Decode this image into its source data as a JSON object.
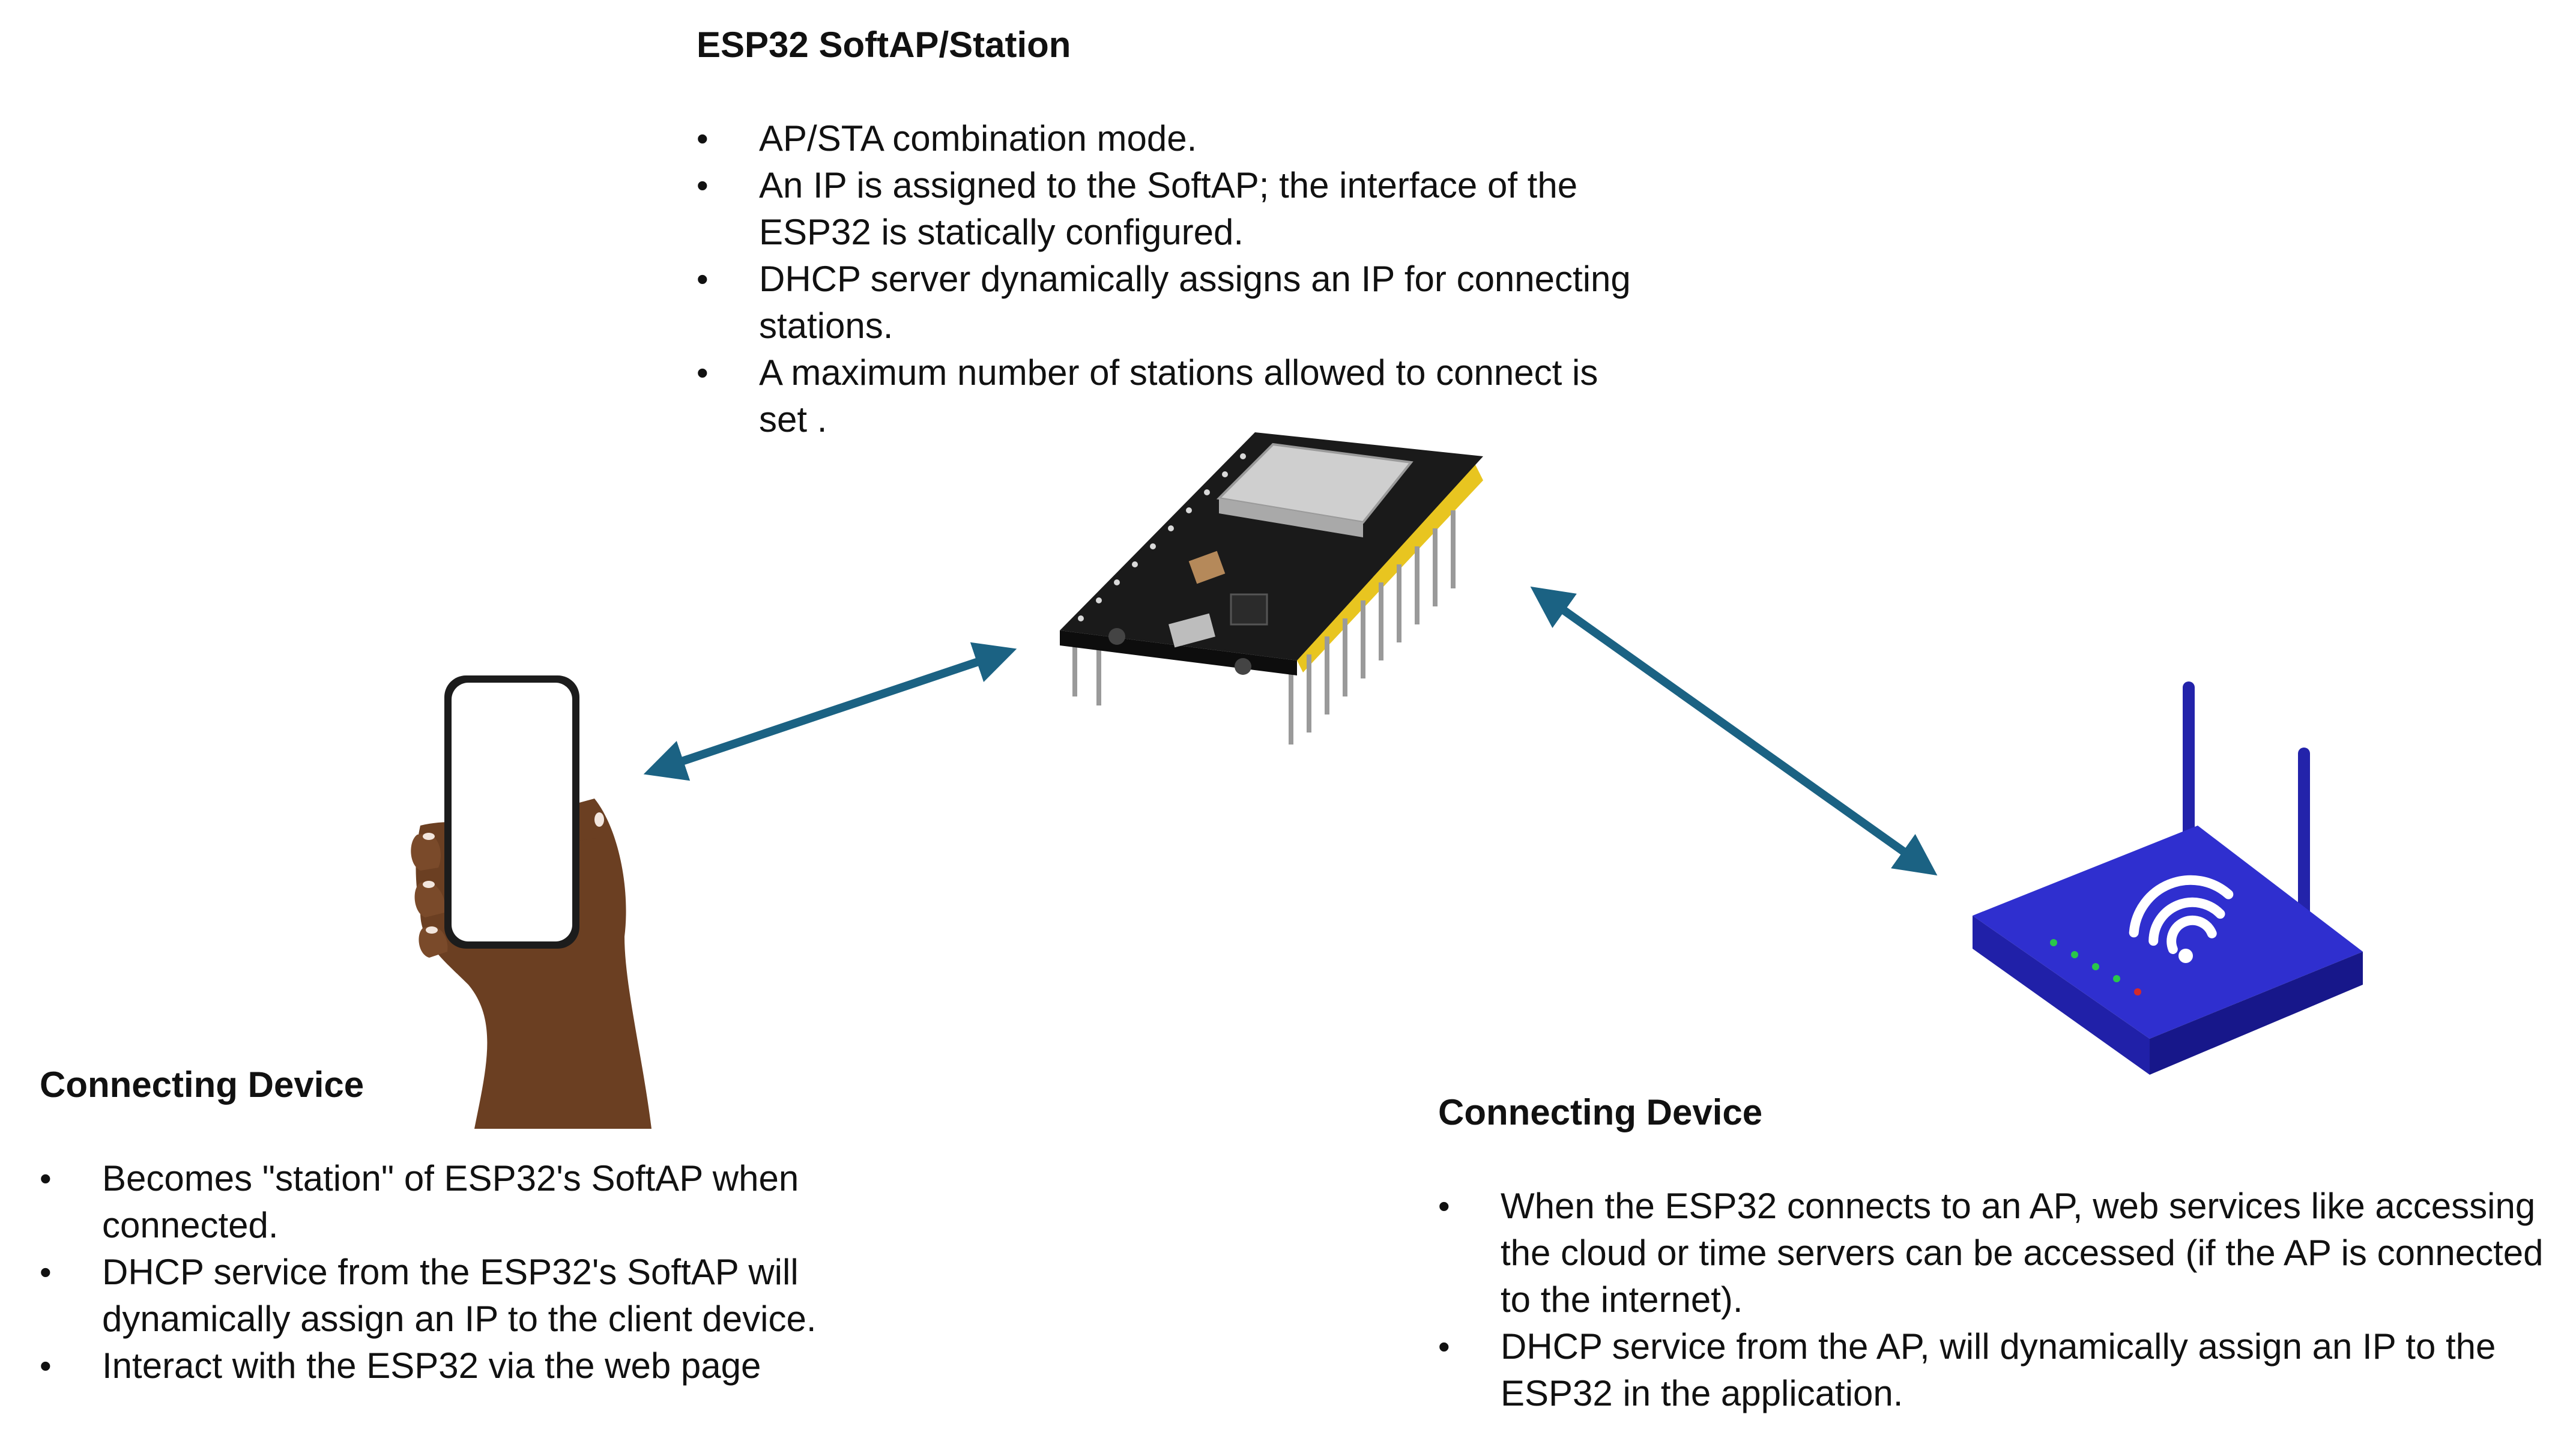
{
  "esp32": {
    "heading": "ESP32 SoftAP/Station",
    "bullets": [
      "AP/STA combination mode.",
      "An IP is assigned to the SoftAP; the interface of the ESP32 is statically configured.",
      "DHCP server dynamically assigns an IP for connecting stations.",
      "A maximum number of stations allowed to connect is set ."
    ]
  },
  "phone_device": {
    "heading": "Connecting Device",
    "bullets": [
      "Becomes \"station\" of ESP32's SoftAP when connected.",
      "DHCP service from the ESP32's SoftAP will dynamically assign an IP to the client device.",
      "Interact with the ESP32 via the web page"
    ]
  },
  "router_device": {
    "heading": "Connecting Device",
    "bullets": [
      "When the ESP32 connects to an AP, web services like accessing the cloud or time servers can be accessed (if the AP is connected to the internet).",
      "DHCP service from the AP, will dynamically assign an IP to the ESP32 in the application."
    ]
  },
  "colors": {
    "arrow": "#1b6283",
    "router_top": "#2f2fcf",
    "router_side": "#1c1ca0",
    "board": "#1a1a1a",
    "pins": "#e8c520"
  }
}
